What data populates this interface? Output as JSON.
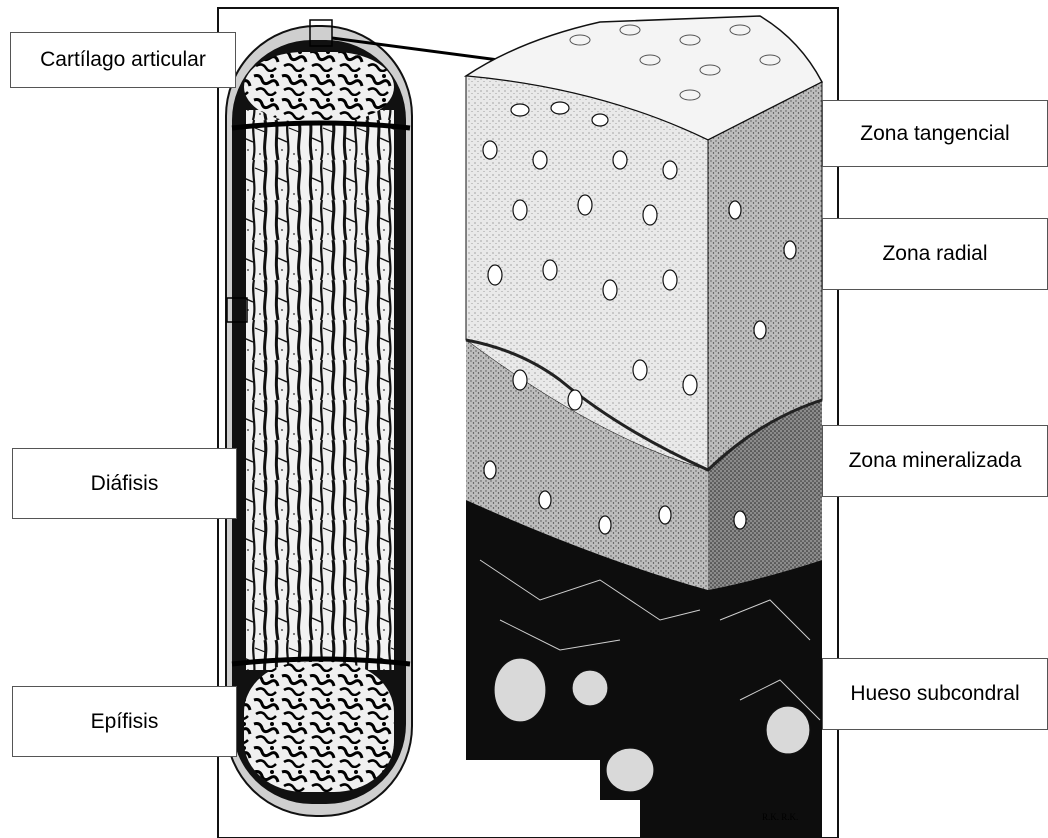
{
  "labels": {
    "cartilago_articular": "Cartílago articular",
    "diafisis": "Diáfisis",
    "epifisis": "Epífisis",
    "zona_tangencial": "Zona tangencial",
    "zona_radial": "Zona radial",
    "zona_mineralizada": "Zona mineralizada",
    "hueso_subcondral": "Hueso subcondral"
  },
  "signature": "R.K.  R.K.",
  "colors": {
    "ink": "#000000",
    "paper": "#ffffff",
    "cartilage_light": "#e6e6e6",
    "cartilage_mid": "#c9c9c9",
    "mineralized": "#9a9a9a",
    "bone": "#111111"
  }
}
